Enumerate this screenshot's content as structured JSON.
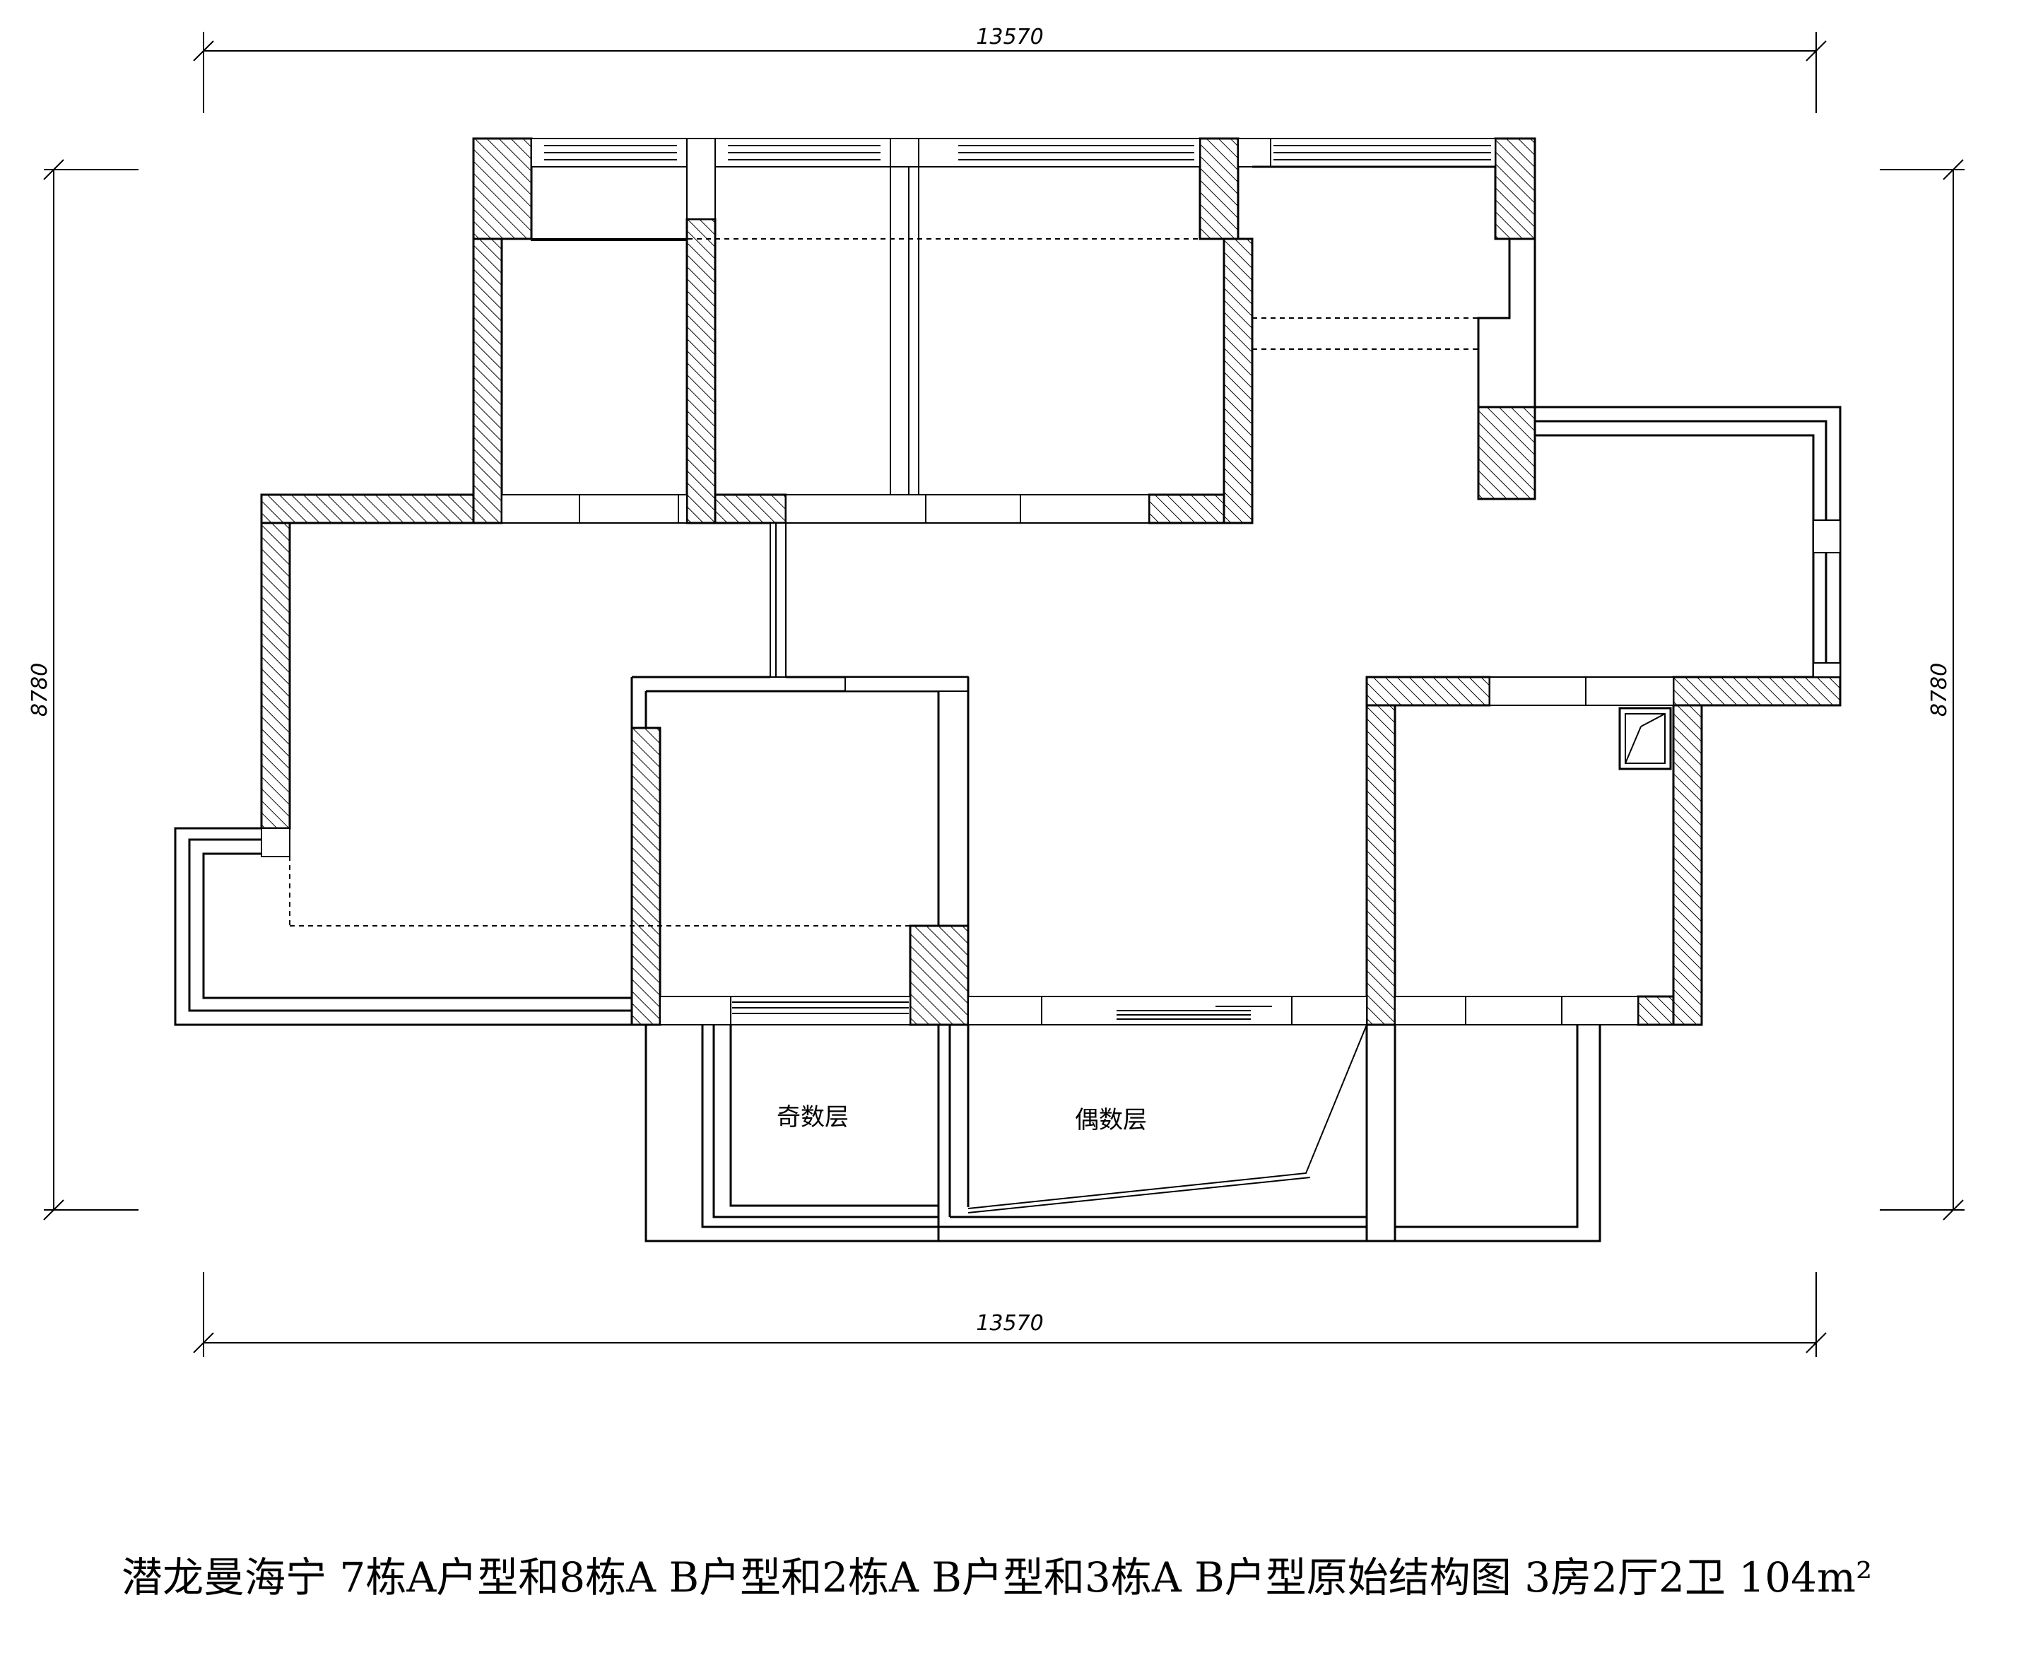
{
  "dimensions": {
    "top_width": "13570",
    "bottom_width": "13570",
    "left_height": "8780",
    "right_height": "8780"
  },
  "rooms": {
    "odd_floor_label": "奇数层",
    "even_floor_label": "偶数层"
  },
  "title": "潜龙曼海宁 7栋A户型和8栋A B户型和2栋A B户型和3栋A B户型原始结构图 3房2厅2卫 104m²"
}
